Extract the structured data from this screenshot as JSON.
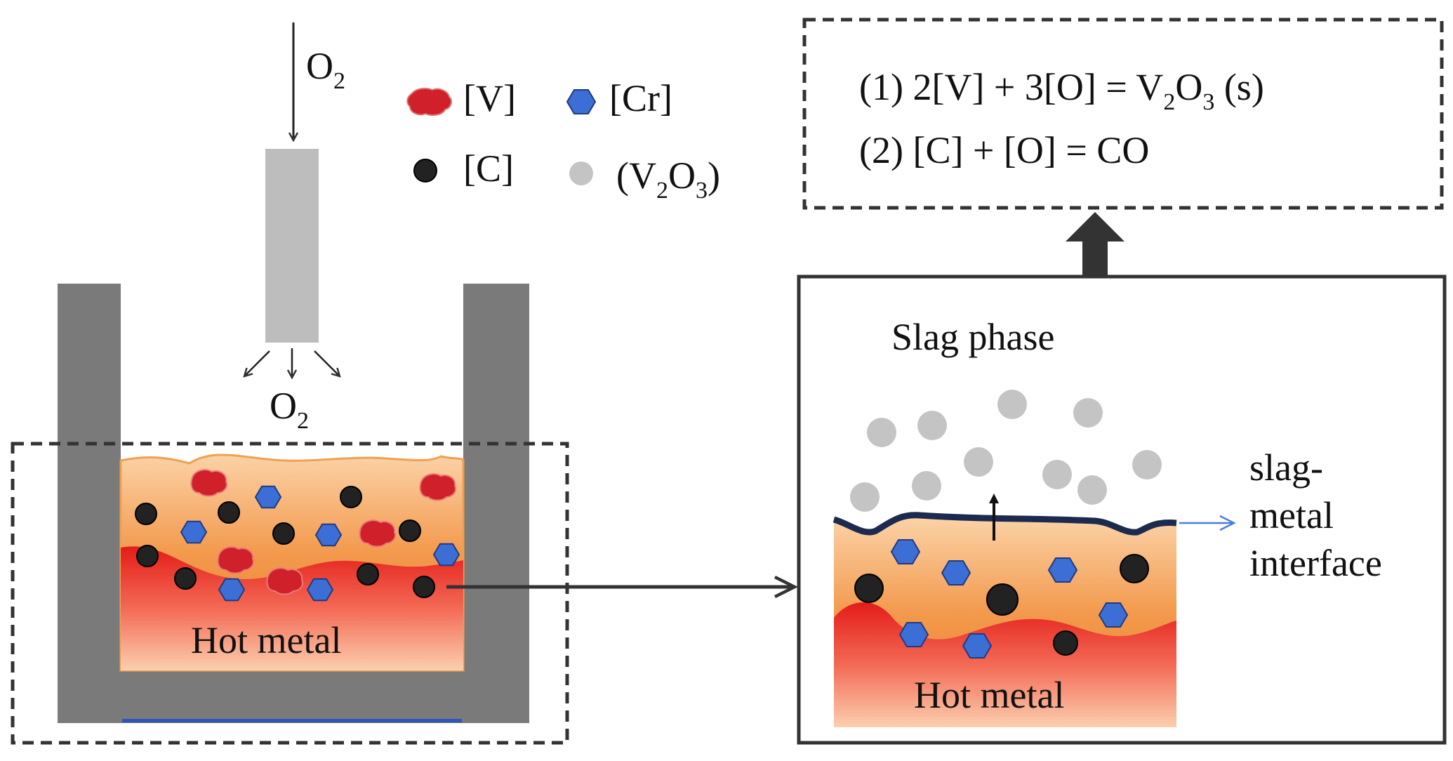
{
  "colors": {
    "vessel": "#7a7a7a",
    "lance": "#bdbdbd",
    "slag_top": "#f8c79a",
    "slag_mid": "#ee8a3a",
    "metal_top": "#e8231c",
    "metal_bottom": "#fbd0b0",
    "v_particle": "#d0202a",
    "cr_particle": "#3c6fd6",
    "c_particle": "#222222",
    "v2o3_particle": "#c4c4c4",
    "interface_line": "#1b2a4e",
    "interface_arrow": "#4a7fd8",
    "frame": "#333333"
  },
  "oxygen": {
    "top_label": "O",
    "top_sub": "2",
    "bottom_label": "O",
    "bottom_sub": "2"
  },
  "legend": {
    "v_label": "[V]",
    "cr_label": "[Cr]",
    "c_label": "[C]",
    "v2o3_open": "(V",
    "v2o3_sub1": "2",
    "v2o3_mid": "O",
    "v2o3_sub2": "3",
    "v2o3_close": ")"
  },
  "vessel": {
    "hot_metal_label": "Hot metal"
  },
  "zoom": {
    "slag_phase_label": "Slag phase",
    "hot_metal_label": "Hot metal",
    "interface_label": [
      "slag-",
      "metal",
      "interface"
    ]
  },
  "reactions": {
    "r1_lhs": "(1)  2[V] + 3[O] =  V",
    "r1_sub1": "2",
    "r1_mid": "O",
    "r1_sub2": "3",
    "r1_tail": " (s)",
    "r2": "(2)   [C] + [O] =  CO"
  }
}
